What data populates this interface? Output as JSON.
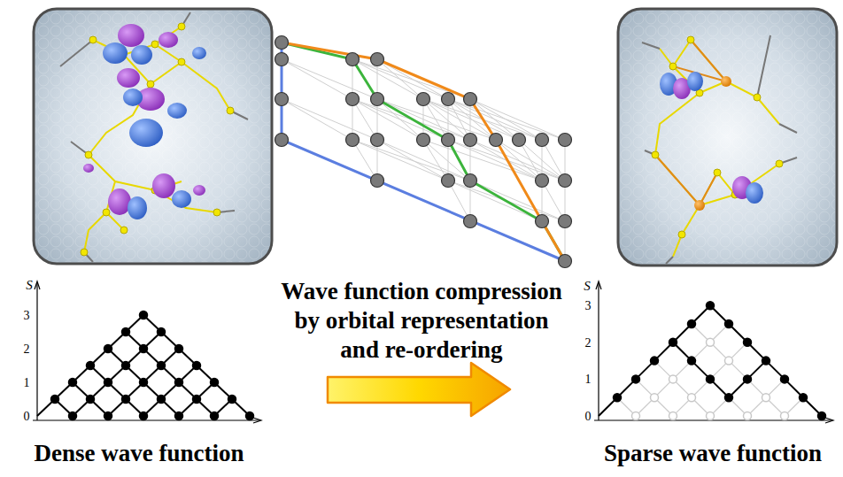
{
  "diagram": {
    "labels": [
      "S",
      "3",
      "2",
      "1",
      "0",
      "Dense wave function",
      "Wave function compression by orbital representation and re-ordering",
      "S",
      "3",
      "2",
      "1",
      "0",
      "Sparse wave function"
    ]
  }
}
